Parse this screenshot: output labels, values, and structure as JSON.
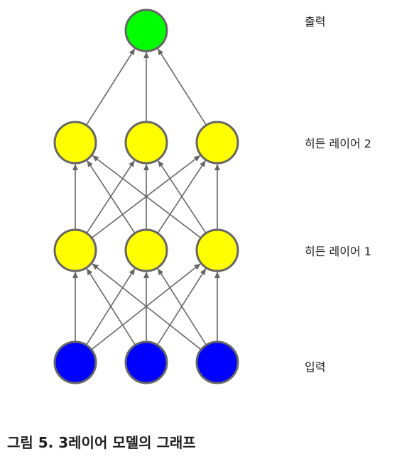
{
  "layers": [
    {
      "id": "output",
      "label": "출력",
      "color": "#00ff00",
      "node_count": 1
    },
    {
      "id": "hidden2",
      "label": "히든 레이어 2",
      "color": "#ffff00",
      "node_count": 3
    },
    {
      "id": "hidden1",
      "label": "히든 레이어 1",
      "color": "#ffff00",
      "node_count": 3
    },
    {
      "id": "input",
      "label": "입력",
      "color": "#0000ff",
      "node_count": 3
    }
  ],
  "node_stroke_color": "#666666",
  "edge_color": "#666666",
  "caption": "그림 5. 3레이어 모델의 그래프"
}
